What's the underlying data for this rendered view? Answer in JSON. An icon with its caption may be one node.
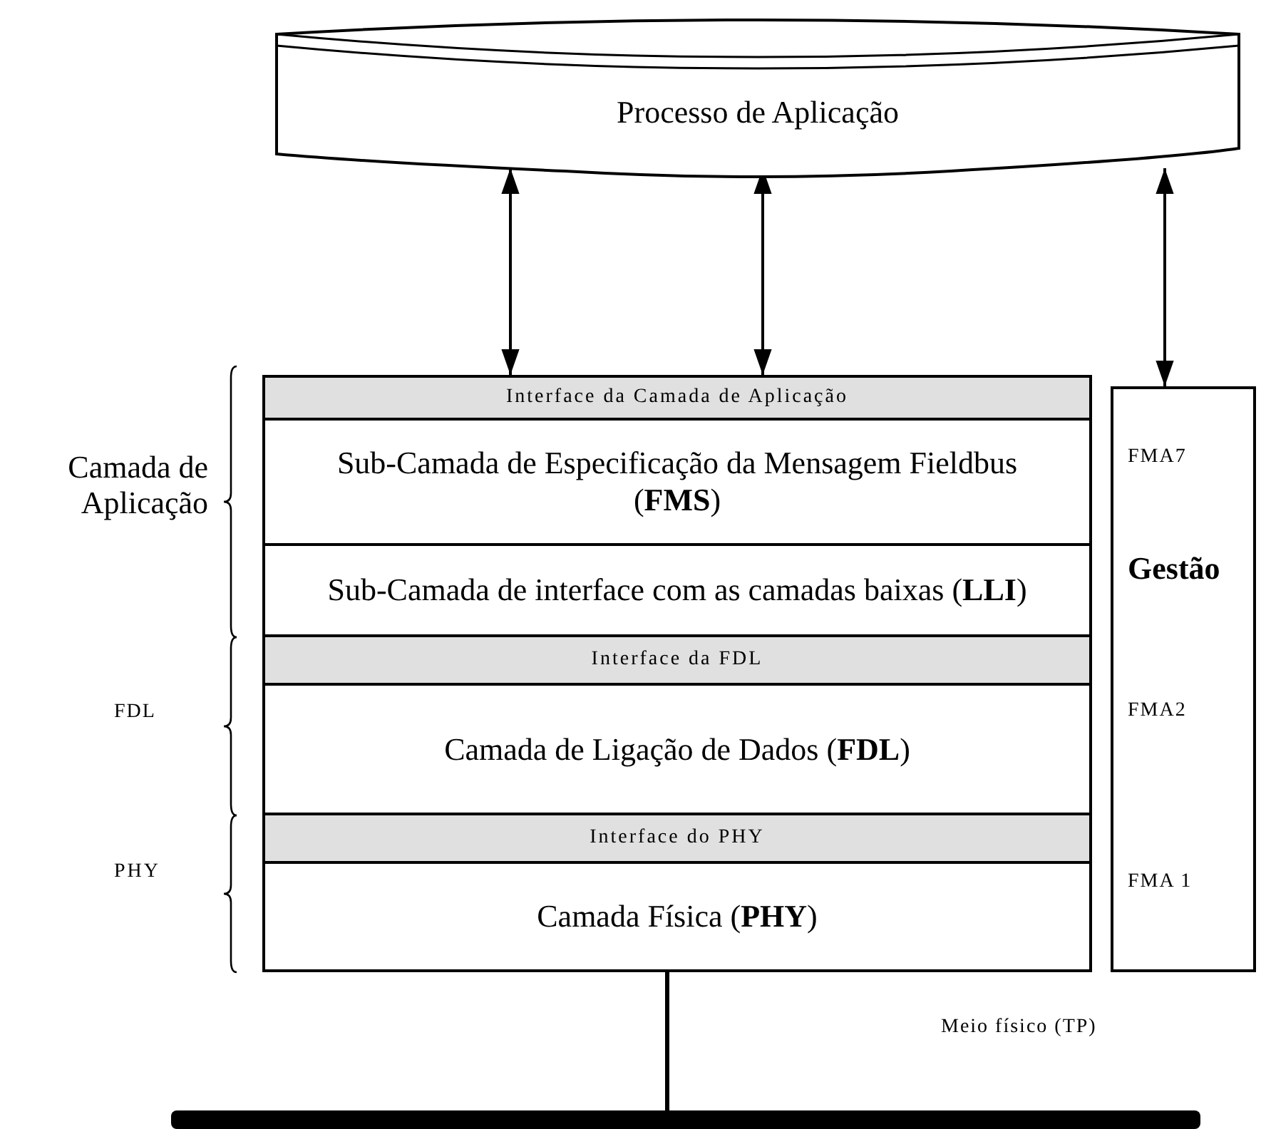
{
  "diagram": {
    "nodes": [
      {
        "text": [
          "Processo de Aplicação"
        ]
      },
      {
        "text": [
          "Interface da Camada de Aplicação"
        ]
      },
      {
        "text": [
          "Sub-Camada de Especificação da Mensagem Fieldbus (**FMS**)"
        ]
      },
      {
        "text": [
          "Sub-Camada de interface com as camadas baixas (**LLI**)"
        ]
      },
      {
        "text": [
          "Interface da FDL"
        ]
      },
      {
        "text": [
          "Camada de Ligação de Dados (**FDL**)"
        ]
      },
      {
        "text": [
          "Interface do PHY"
        ]
      },
      {
        "text": [
          "Camada Física (**PHY**)"
        ]
      },
      {
        "text": [
          "FMA7",
          "Gestão",
          "FMA2",
          "FMA 1"
        ]
      },
      {
        "text": [],
        "shape": "bar"
      }
    ],
    "edges": [
      {
        "from": 0,
        "to": 1,
        "arrow": "both"
      },
      {
        "from": 0,
        "to": 1,
        "arrow": "both"
      },
      {
        "from": 0,
        "to": 8,
        "arrow": "both"
      },
      {
        "from": 7,
        "to": 9,
        "arrow": "none"
      }
    ],
    "labels": [
      "Camada de Aplicação",
      "FDL",
      "PHY",
      "Meio físico (TP)"
    ]
  }
}
